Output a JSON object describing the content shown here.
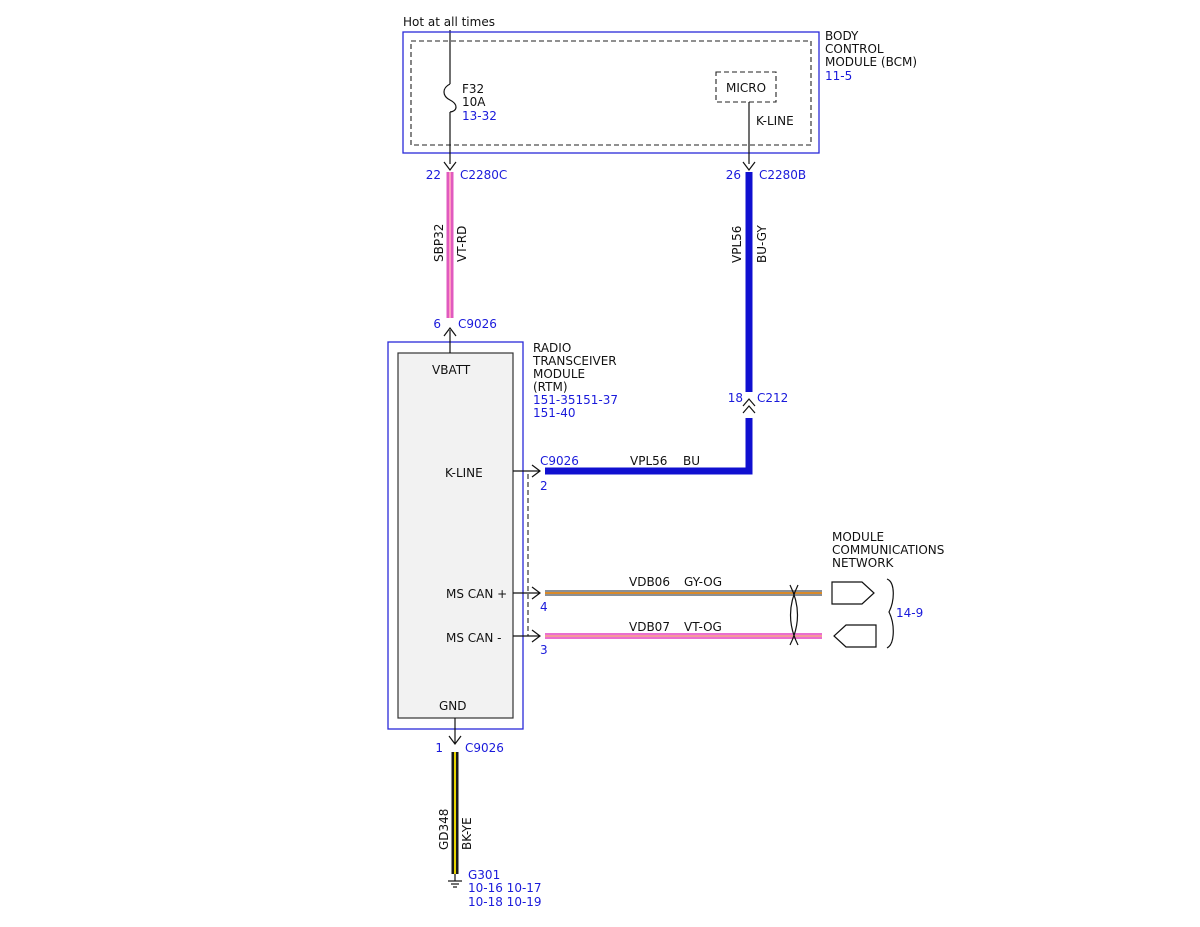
{
  "colors": {
    "reference": "#1a1adb",
    "module_outline": "#2a2ad8",
    "VT-RD": [
      "#e05abf",
      "#ff9bc1"
    ],
    "BU-GY": [
      "#1010d0",
      "#1010d0"
    ],
    "BU": [
      "#1010d0",
      "#1010d0"
    ],
    "GY-OG": [
      "#8a8f96",
      "#d98a2a"
    ],
    "VT-OG": [
      "#ea6fd0",
      "#f49a9a"
    ],
    "BK-YE": [
      "#1a1a1a",
      "#e6d400"
    ]
  },
  "power": {
    "label": "Hot at all times"
  },
  "bcm": {
    "name_lines": [
      "BODY",
      "CONTROL",
      "MODULE (BCM)"
    ],
    "ref": "11-5",
    "fuse": {
      "name": "F32",
      "rating": "10A",
      "ref": "13-32"
    },
    "micro_label": "MICRO",
    "kline_label": "K-LINE",
    "pin_left": {
      "pin": "22",
      "connector": "C2280C"
    },
    "pin_right": {
      "pin": "26",
      "connector": "C2280B"
    }
  },
  "wires": {
    "sbp32": {
      "circuit": "SBP32",
      "color": "VT-RD"
    },
    "vpl56_vert": {
      "circuit": "VPL56",
      "color": "BU-GY"
    },
    "vpl56_horiz": {
      "circuit": "VPL56",
      "color": "BU"
    },
    "vdb06": {
      "circuit": "VDB06",
      "color": "GY-OG"
    },
    "vdb07": {
      "circuit": "VDB07",
      "color": "VT-OG"
    },
    "gd348": {
      "circuit": "GD348",
      "color": "BK-YE"
    }
  },
  "rtm": {
    "name_lines": [
      "RADIO",
      "TRANSCEIVER",
      "MODULE",
      "(RTM)"
    ],
    "refs": [
      "151-35151-37",
      "151-40"
    ],
    "vbatt": {
      "label": "VBATT",
      "pin": "6",
      "connector": "C9026"
    },
    "kline": {
      "label": "K-LINE",
      "pin": "2",
      "connector": "C9026"
    },
    "mscan_plus": {
      "label": "MS CAN +",
      "pin": "4"
    },
    "mscan_minus": {
      "label": "MS CAN -",
      "pin": "3"
    },
    "gnd": {
      "label": "GND",
      "pin": "1",
      "connector": "C9026"
    }
  },
  "c212": {
    "pin": "18",
    "connector": "C212"
  },
  "network": {
    "name_lines": [
      "MODULE",
      "COMMUNICATIONS",
      "NETWORK"
    ],
    "ref": "14-9"
  },
  "ground": {
    "name": "G301",
    "refs": [
      "10-16 10-17",
      "10-18 10-19"
    ]
  }
}
